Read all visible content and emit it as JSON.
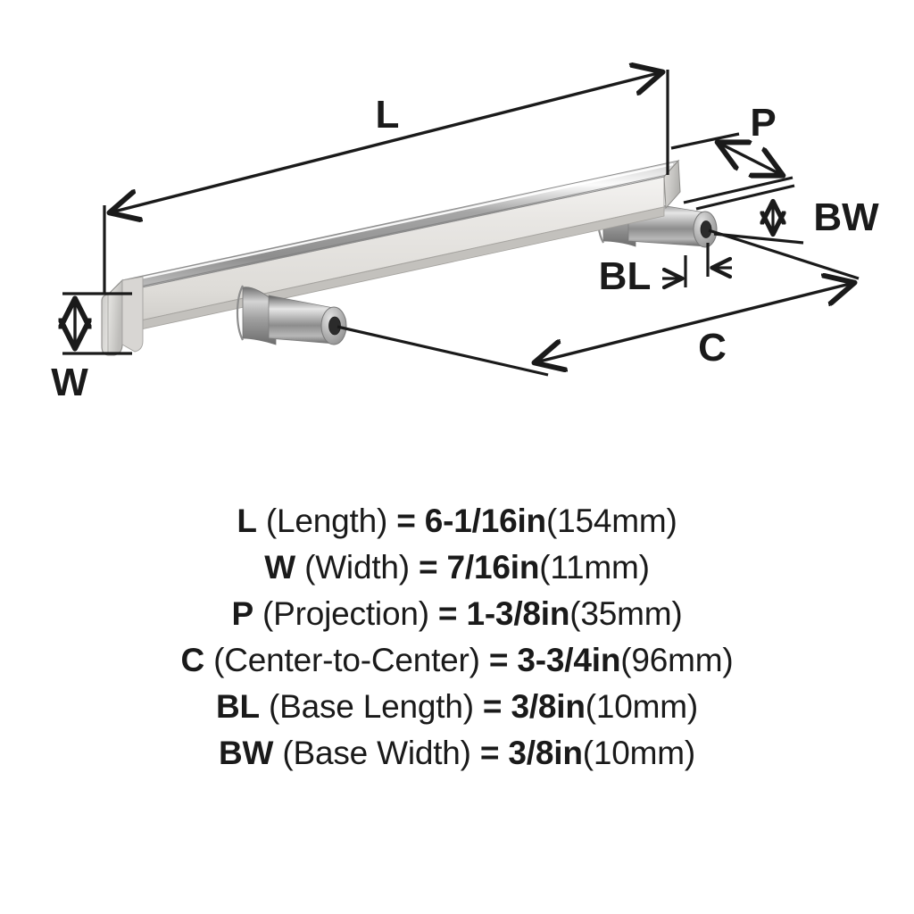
{
  "product": {
    "type": "cabinet bar pull handle",
    "finish": "polished chrome"
  },
  "diagram": {
    "labels": {
      "length": "L",
      "width": "W",
      "projection": "P",
      "center_to_center": "C",
      "base_length": "BL",
      "base_width": "BW"
    }
  },
  "specs": [
    {
      "code": "L",
      "name": "(Length)",
      "eq": "=",
      "value": "6-1/16in",
      "metric": "(154mm)"
    },
    {
      "code": "W",
      "name": "(Width)",
      "eq": "=",
      "value": "7/16in",
      "metric": "(11mm)"
    },
    {
      "code": "P",
      "name": "(Projection)",
      "eq": "=",
      "value": "1-3/8in",
      "metric": "(35mm)"
    },
    {
      "code": "C",
      "name": "(Center-to-Center)",
      "eq": "=",
      "value": "3-3/4in",
      "metric": "(96mm)"
    },
    {
      "code": "BL",
      "name": "(Base Length)",
      "eq": "=",
      "value": "3/8in",
      "metric": "(10mm)"
    },
    {
      "code": "BW",
      "name": "(Base Width)",
      "eq": "=",
      "value": "3/8in",
      "metric": "(10mm)"
    }
  ],
  "colors": {
    "background": "#ffffff",
    "ink": "#1a1a1a",
    "metal_top": "#9a9a9a",
    "metal_face": "#e3e1de",
    "metal_highlight": "#f2f2f0",
    "metal_shadow": "#6e6e6e",
    "post_body": "#b5b5b5",
    "post_dark": "#5c5c5c",
    "hole": "#2a2a2a"
  }
}
